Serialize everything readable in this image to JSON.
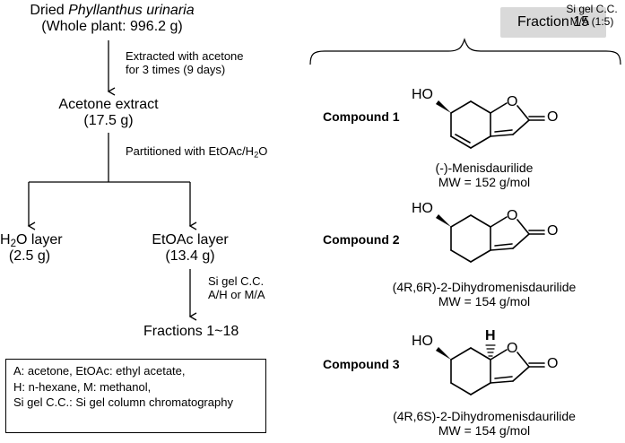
{
  "source": {
    "line1_prefix": "Dried",
    "line1_species": "Phyllanthus urinaria",
    "line2": "(Whole plant: 996.2 g)"
  },
  "step1": {
    "line1": "Extracted with acetone",
    "line2": "for 3 times (9 days)"
  },
  "extract": {
    "name": "Acetone extract",
    "mass": "(17.5 g)"
  },
  "partition": {
    "prefix": "Partitioned with EtOAc/H",
    "sub": "2",
    "suffix": "O"
  },
  "water_layer": {
    "prefix": "H",
    "sub": "2",
    "suffix": "O layer",
    "mass": "(2.5 g)"
  },
  "etoac_layer": {
    "name": "EtOAc layer",
    "mass": "(13.4 g)"
  },
  "step2": {
    "line1": "Si gel C.C.",
    "line2": "A/H or M/A"
  },
  "fractions": "Fractions 1~18",
  "fraction15": {
    "label": "Fraction 15",
    "method_line1": "Si gel C.C.",
    "method_line2": "M/A (1:5)"
  },
  "compounds": [
    {
      "label": "Compound 1",
      "name": "(-)-Menisdaurilide",
      "mw": "MW = 152 g/mol",
      "atoms": {
        "ho": "HO",
        "o_ring": "O",
        "o_carbonyl": "O"
      }
    },
    {
      "label": "Compound 2",
      "name": "(4R,6R)-2-Dihydromenisdaurilide",
      "mw": "MW = 154 g/mol",
      "atoms": {
        "ho": "HO",
        "o_ring": "O",
        "o_carbonyl": "O"
      }
    },
    {
      "label": "Compound 3",
      "name": "(4R,6S)-2-Dihydromenisdaurilide",
      "mw": "MW = 154 g/mol",
      "atoms": {
        "ho": "HO",
        "h": "H",
        "o_ring": "O",
        "o_carbonyl": "O"
      }
    }
  ],
  "legend": [
    "A: acetone, EtOAc: ethyl acetate,",
    "H: n-hexane, M: methanol,",
    "Si gel C.C.: Si gel column chromatography"
  ]
}
